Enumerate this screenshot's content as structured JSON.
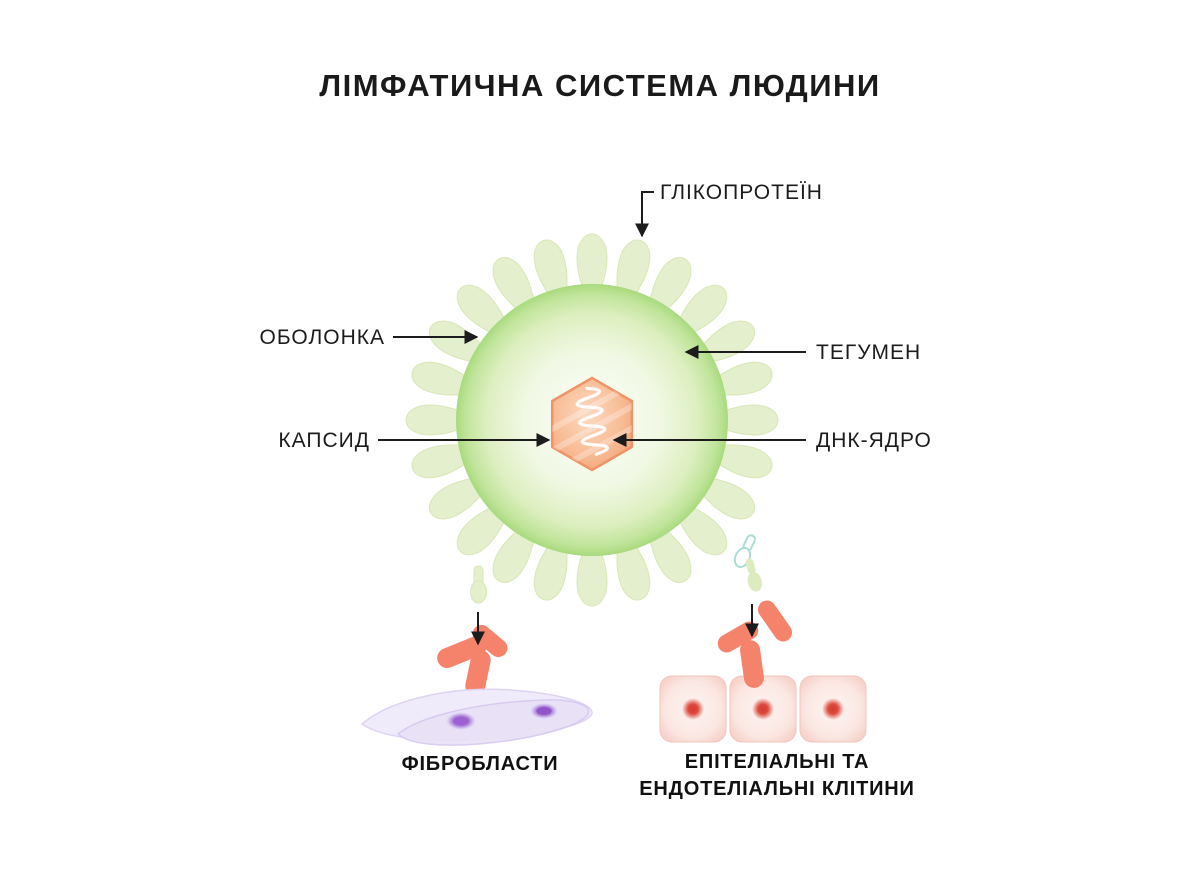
{
  "title": "ЛІМФАТИЧНА СИСТЕМА ЛЮДИНИ",
  "callouts": {
    "glycoprotein": "ГЛІКОПРОТЕЇН",
    "envelope": "ОБОЛОНКА",
    "tegument": "ТЕГУМЕН",
    "capsid": "КАПСИД",
    "dna_core": "ДНК-ЯДРО"
  },
  "cell_labels": {
    "fibroblasts": "ФІБРОБЛАСТИ",
    "epithelial_line1": "ЕПІТЕЛІАЛЬНІ ТА",
    "epithelial_line2": "ЕНДОТЕЛІАЛЬНІ КЛІТИНИ"
  },
  "colors": {
    "background": "#ffffff",
    "text": "#1c1c1c",
    "spike_green": "#e4efcd",
    "envelope_green": "#a8da7d",
    "capsid_orange": "#f5a67e",
    "capsid_border": "#ee9468",
    "dna_coil_white": "#ffffff",
    "receptor_coral": "#f5836c",
    "fibroblast_lavender": "#ece6f8",
    "fibroblast_nucleus": "#9b5fd1",
    "epithelial_pink": "#fbe7e2",
    "epithelial_nucleus": "#d93f33"
  }
}
